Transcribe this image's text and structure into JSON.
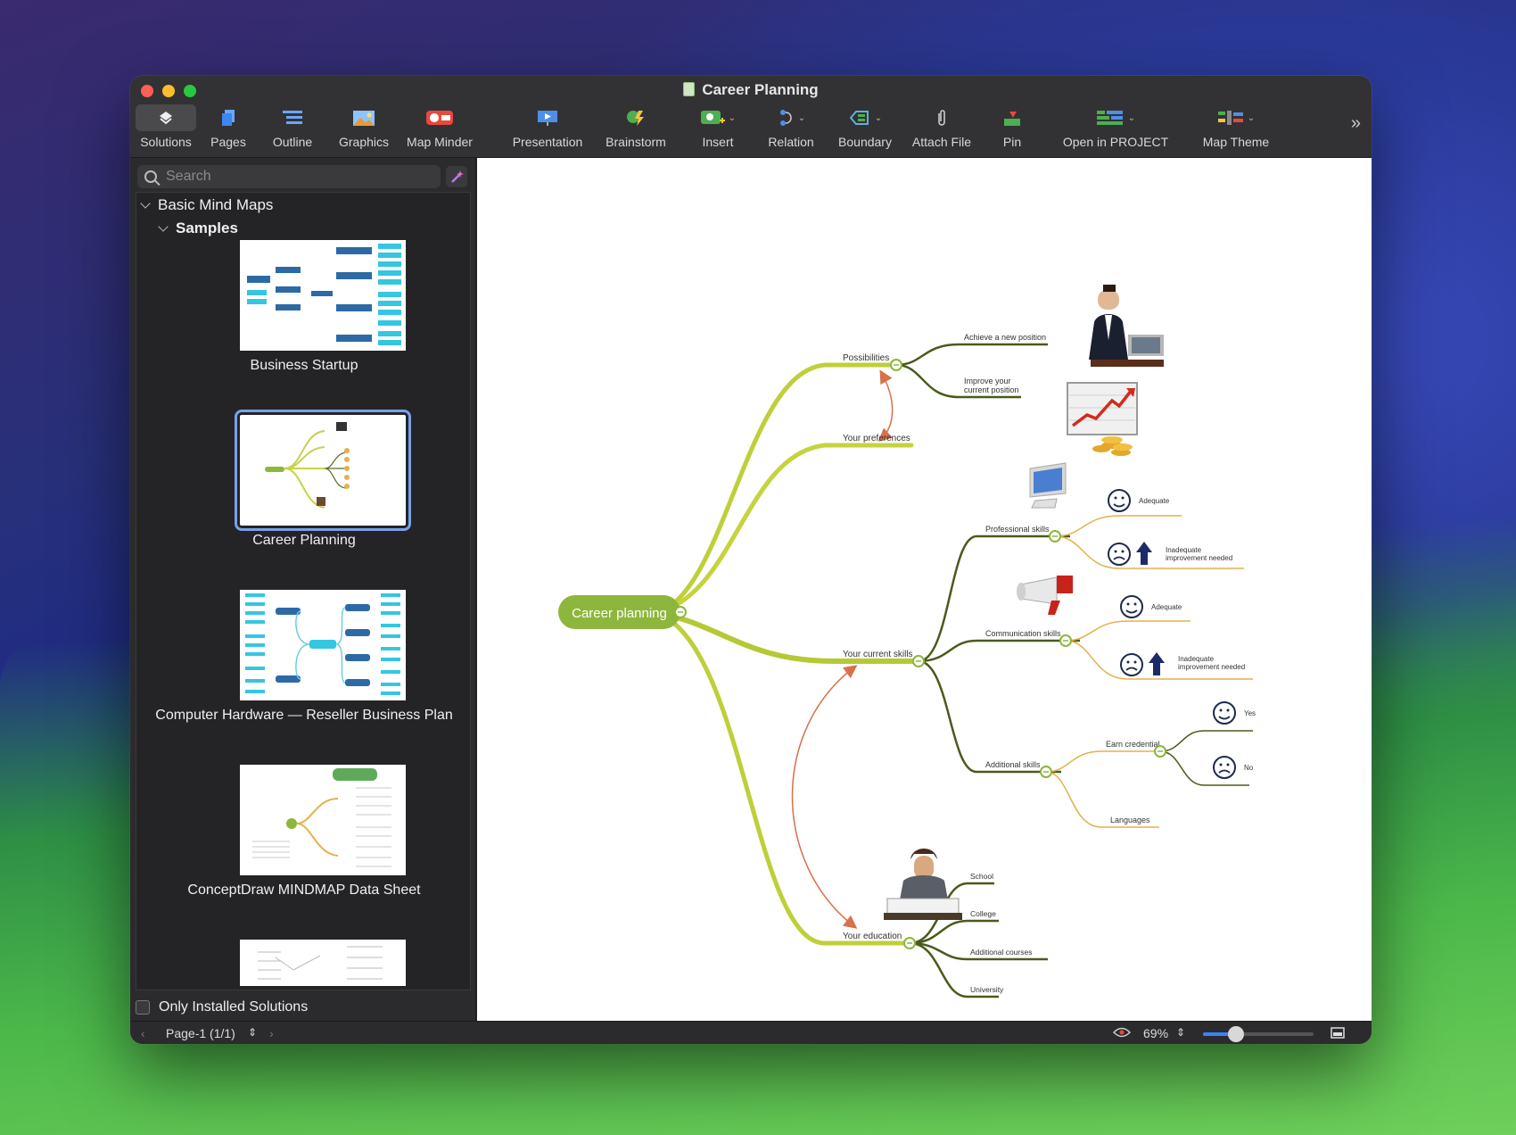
{
  "window": {
    "title": "Career Planning"
  },
  "toolbar": {
    "solutions": "Solutions",
    "pages": "Pages",
    "outline": "Outline",
    "graphics": "Graphics",
    "map_minder": "Map Minder",
    "presentation": "Presentation",
    "brainstorm": "Brainstorm",
    "insert": "Insert",
    "relation": "Relation",
    "boundary": "Boundary",
    "attach_file": "Attach File",
    "pin": "Pin",
    "open_in_project": "Open in PROJECT",
    "map_theme": "Map Theme"
  },
  "sidebar": {
    "search_placeholder": "Search",
    "group": "Basic Mind Maps",
    "subgroup": "Samples",
    "items": [
      {
        "label": "Business Startup"
      },
      {
        "label": "Career Planning"
      },
      {
        "label": "Computer Hardware — Reseller Business Plan"
      },
      {
        "label": "ConceptDraw MINDMAP Data Sheet"
      }
    ],
    "only_installed": "Only Installed Solutions"
  },
  "mindmap": {
    "root": "Career planning",
    "possibilities": "Possibilities",
    "achieve": "Achieve a new position",
    "improve_1": "Improve your",
    "improve_2": "current position",
    "preferences": "Your preferences",
    "current_skills": "Your current skills",
    "professional": "Professional skills",
    "communication": "Communication skills",
    "additional": "Additional skills",
    "adequate": "Adequate",
    "inadequate_1": "Inadequate",
    "inadequate_2": "improvement needed",
    "earn": "Earn credential",
    "yes": "Yes",
    "no": "No",
    "languages": "Languages",
    "education": "Your education",
    "school": "School",
    "college": "College",
    "courses": "Additional courses",
    "university": "University"
  },
  "status": {
    "page": "Page-1 (1/1)",
    "zoom": "69%",
    "zoom_fraction": 0.3
  },
  "colors": {
    "root": "#8db63c",
    "branch": "#b5c93a",
    "dark_branch": "#4a5a1c",
    "leaf": "#e5b14a",
    "relation": "#d9704a"
  }
}
